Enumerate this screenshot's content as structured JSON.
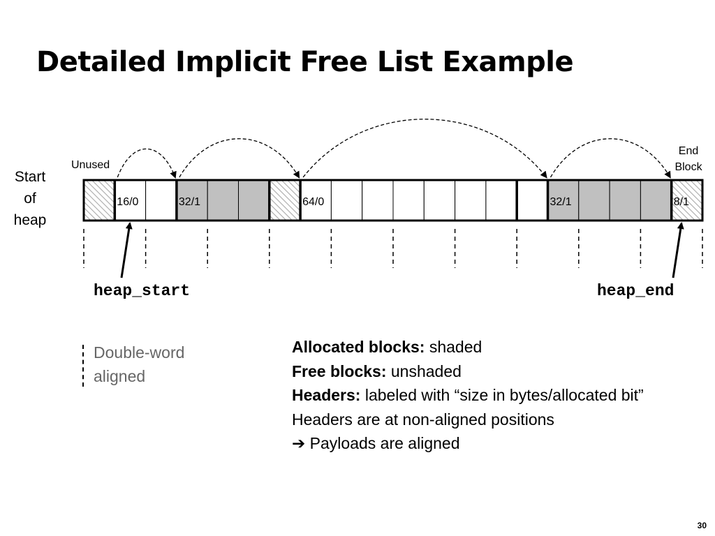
{
  "slide": {
    "title": "Detailed Implicit Free List Example",
    "page_number": "30"
  },
  "labels": {
    "start_of_heap": [
      "Start",
      "of",
      "heap"
    ],
    "unused": "Unused",
    "end_block": [
      "End",
      "Block"
    ],
    "heap_start": "heap_start",
    "heap_end": "heap_end"
  },
  "heap": {
    "words": [
      {
        "type": "padding",
        "label": ""
      },
      {
        "type": "free",
        "label": "16/0"
      },
      {
        "type": "free",
        "label": ""
      },
      {
        "type": "allocated",
        "label": "32/1"
      },
      {
        "type": "allocated",
        "label": ""
      },
      {
        "type": "allocated",
        "label": ""
      },
      {
        "type": "padding",
        "label": ""
      },
      {
        "type": "free",
        "label": "64/0"
      },
      {
        "type": "free",
        "label": ""
      },
      {
        "type": "free",
        "label": ""
      },
      {
        "type": "free",
        "label": ""
      },
      {
        "type": "free",
        "label": ""
      },
      {
        "type": "free",
        "label": ""
      },
      {
        "type": "free",
        "label": ""
      },
      {
        "type": "free",
        "label": ""
      },
      {
        "type": "allocated",
        "label": "32/1"
      },
      {
        "type": "allocated",
        "label": ""
      },
      {
        "type": "allocated",
        "label": ""
      },
      {
        "type": "allocated",
        "label": ""
      },
      {
        "type": "epilogue",
        "label": "8/1"
      }
    ],
    "colors": {
      "allocated": "#c0c0c0",
      "free": "#ffffff",
      "hatch": "#a0a0a0",
      "border": "#000000"
    }
  },
  "legend": {
    "alignment_note": [
      "Double-word",
      "aligned"
    ]
  },
  "notes": [
    {
      "bold": "Allocated blocks:",
      "text": " shaded"
    },
    {
      "bold": "Free blocks:",
      "text": " unshaded"
    },
    {
      "bold": "Headers:",
      "text": " labeled with “size in bytes/allocated bit”"
    },
    {
      "bold": "",
      "text": "Headers are at non-aligned positions"
    },
    {
      "bold": "",
      "arrow": "➔",
      "text": " Payloads are aligned"
    }
  ]
}
